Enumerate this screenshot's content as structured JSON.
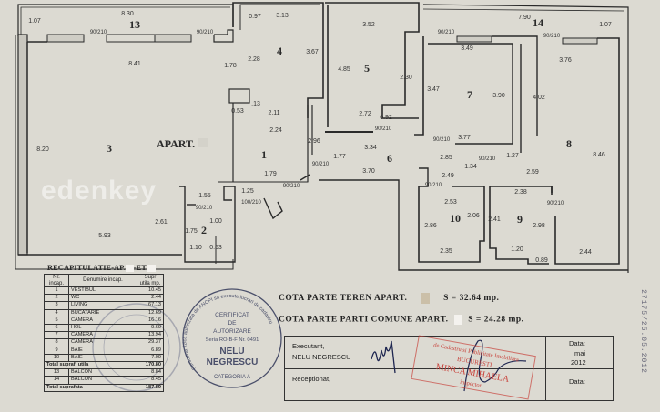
{
  "plan": {
    "rooms": [
      "13",
      "4",
      "5",
      "14",
      "7",
      "3",
      "1",
      "2",
      "6",
      "8",
      "10",
      "9"
    ],
    "apart_label": "APART.",
    "dims": [
      "8.30",
      "1.07",
      "90/210",
      "90/210",
      "8.41",
      "1.78",
      "0.97",
      "3.13",
      "3.67",
      "2.28",
      ".13",
      "0.53",
      "2.11",
      "2.24",
      "3.52",
      "4.85",
      "2.30",
      "2.72",
      "0.92",
      "90/210",
      "7.90",
      "1.07",
      "90/210",
      "90/210",
      "3.49",
      "3.47",
      "3.90",
      "4.02",
      "3.76",
      "8.20",
      "1.79",
      "90/210",
      "1.55",
      "90/210",
      "1.25",
      "100/210",
      "2.61",
      "1.00",
      "1.75",
      "5.93",
      "1.10",
      "0.53",
      "2.96",
      "90/210",
      "1.77",
      "3.34",
      "3.70",
      "3.77",
      "90/210",
      "2.85",
      "1.27",
      "1.34",
      "90/210",
      "2.49",
      "2.59",
      "8.46",
      "90/210",
      "2.38",
      "2.53",
      "2.06",
      "2.41",
      "2.98",
      "90/210",
      "2.86",
      "2.35",
      "1.20",
      "2.44",
      "0.89"
    ]
  },
  "watermark": "edenkey",
  "recap": {
    "title_left": "RECAPITULATIE-AP.",
    "title_mid": "-ET.",
    "headers": [
      "Nr. incap.",
      "Denumire incap.",
      "Supr utila mp."
    ],
    "rows": [
      [
        "1",
        "VESTIBUL",
        "10.45"
      ],
      [
        "2",
        "WC",
        "2.44"
      ],
      [
        "3",
        "LIVING",
        "67.13"
      ],
      [
        "4",
        "BUCATARIE",
        "12.69"
      ],
      [
        "5",
        "CAMERA",
        "16.16"
      ],
      [
        "6",
        "HOL",
        "9.69"
      ],
      [
        "7",
        "CAMERA",
        "13.94"
      ],
      [
        "8",
        "CAMERA",
        "29.37"
      ],
      [
        "9",
        "BAIE",
        "6.89"
      ],
      [
        "10",
        "BAIE",
        "7.09"
      ]
    ],
    "total_utila_label": "Total supraf. utila",
    "total_utila": "170.80",
    "balcony_rows": [
      [
        "13",
        "BALCON",
        "8.84"
      ],
      [
        "14",
        "BALCON",
        "8.45"
      ]
    ],
    "total_label": "Total suprafata",
    "total": "187.89"
  },
  "cota": {
    "teren_label": "COTA PARTE TEREN APART.",
    "teren_value": "S = 32.64 mp.",
    "comune_label": "COTA PARTE PARTI COMUNE APART.",
    "comune_value": "S = 24.28 mp."
  },
  "signatures": {
    "executant_label": "Executant,",
    "executant_name": "NELU NEGRESCU",
    "receptionat_label": "Receptionat,",
    "data_label": "Data:",
    "data_value_1": "mai",
    "data_value_2": "2012",
    "data_label_2": "Data:"
  },
  "stamps": {
    "cert_ring": "Persoana fizica autorizata de ANCPI sa execute lucrari de cadastru",
    "cert_lines": [
      "CERTIFICAT",
      "DE",
      "AUTORIZARE",
      "Seria RO-B-F Nr. 0491"
    ],
    "cert_name_1": "NELU",
    "cert_name_2": "NEGRESCU",
    "cert_category": "CATEGORIA A",
    "ocpi_lines": [
      "de Cadastru si Publicitate Imobiliara",
      "BUCURESTI",
      "MINCA MIHAELA",
      "inspector"
    ],
    "reg_number": "27175/25.05.2012"
  },
  "colors": {
    "paper": "#dcdad2",
    "ink": "#2a2a2a",
    "stamp_red": "#c8413a",
    "stamp_blue": "#4a4f6a"
  }
}
